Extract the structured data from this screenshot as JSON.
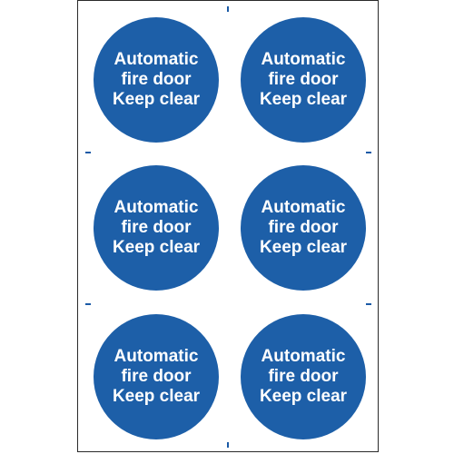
{
  "colors": {
    "sign_blue": "#1d5fa8",
    "sign_text": "#ffffff",
    "sheet_border": "#2a2a2a",
    "registration_mark": "#1a5aa6"
  },
  "signs": [
    {
      "lines": [
        "Automatic",
        "fire door",
        "Keep clear"
      ]
    },
    {
      "lines": [
        "Automatic",
        "fire door",
        "Keep clear"
      ]
    },
    {
      "lines": [
        "Automatic",
        "fire door",
        "Keep clear"
      ]
    },
    {
      "lines": [
        "Automatic",
        "fire door",
        "Keep clear"
      ]
    },
    {
      "lines": [
        "Automatic",
        "fire door",
        "Keep clear"
      ]
    },
    {
      "lines": [
        "Automatic",
        "fire door",
        "Keep clear"
      ]
    }
  ]
}
